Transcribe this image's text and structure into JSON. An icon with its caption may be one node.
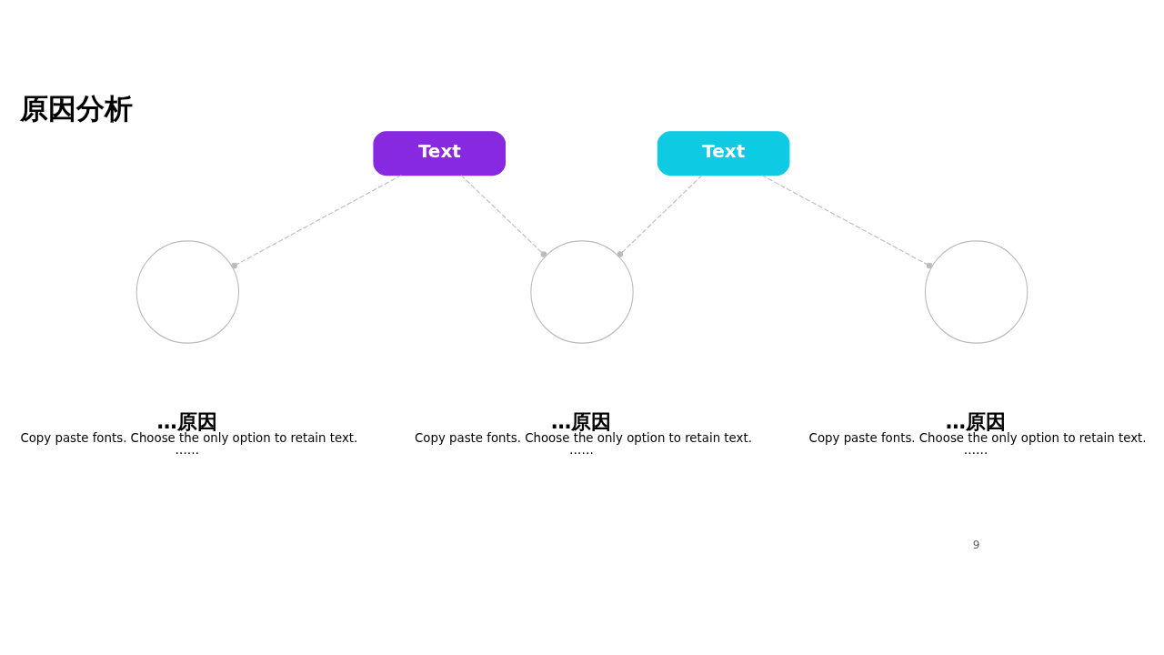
{
  "diagram": {
    "title": "原因分析",
    "nodes": [
      {
        "text": [
          "Text"
        ]
      },
      {
        "text": [
          "Text"
        ]
      },
      {
        "text": [],
        "shape": "circle",
        "beside": [
          "…原因",
          "Copy paste fonts. Choose the only option to retain text.",
          "……"
        ]
      },
      {
        "text": [],
        "shape": "circle",
        "beside": [
          "…原因",
          "Copy paste fonts. Choose the only option to retain text.",
          "……"
        ]
      },
      {
        "text": [],
        "shape": "circle",
        "beside": [
          "…原因",
          "Copy paste fonts. Choose the only option to retain text.",
          "……"
        ]
      }
    ],
    "edges": [
      {
        "from": 0,
        "to": 2,
        "arrow": "other",
        "style": "dashed"
      },
      {
        "from": 0,
        "to": 3,
        "arrow": "other",
        "style": "dashed"
      },
      {
        "from": 1,
        "to": 3,
        "arrow": "other",
        "style": "dashed"
      },
      {
        "from": 1,
        "to": 4,
        "arrow": "other",
        "style": "dashed"
      }
    ],
    "labels": [
      "9"
    ]
  }
}
